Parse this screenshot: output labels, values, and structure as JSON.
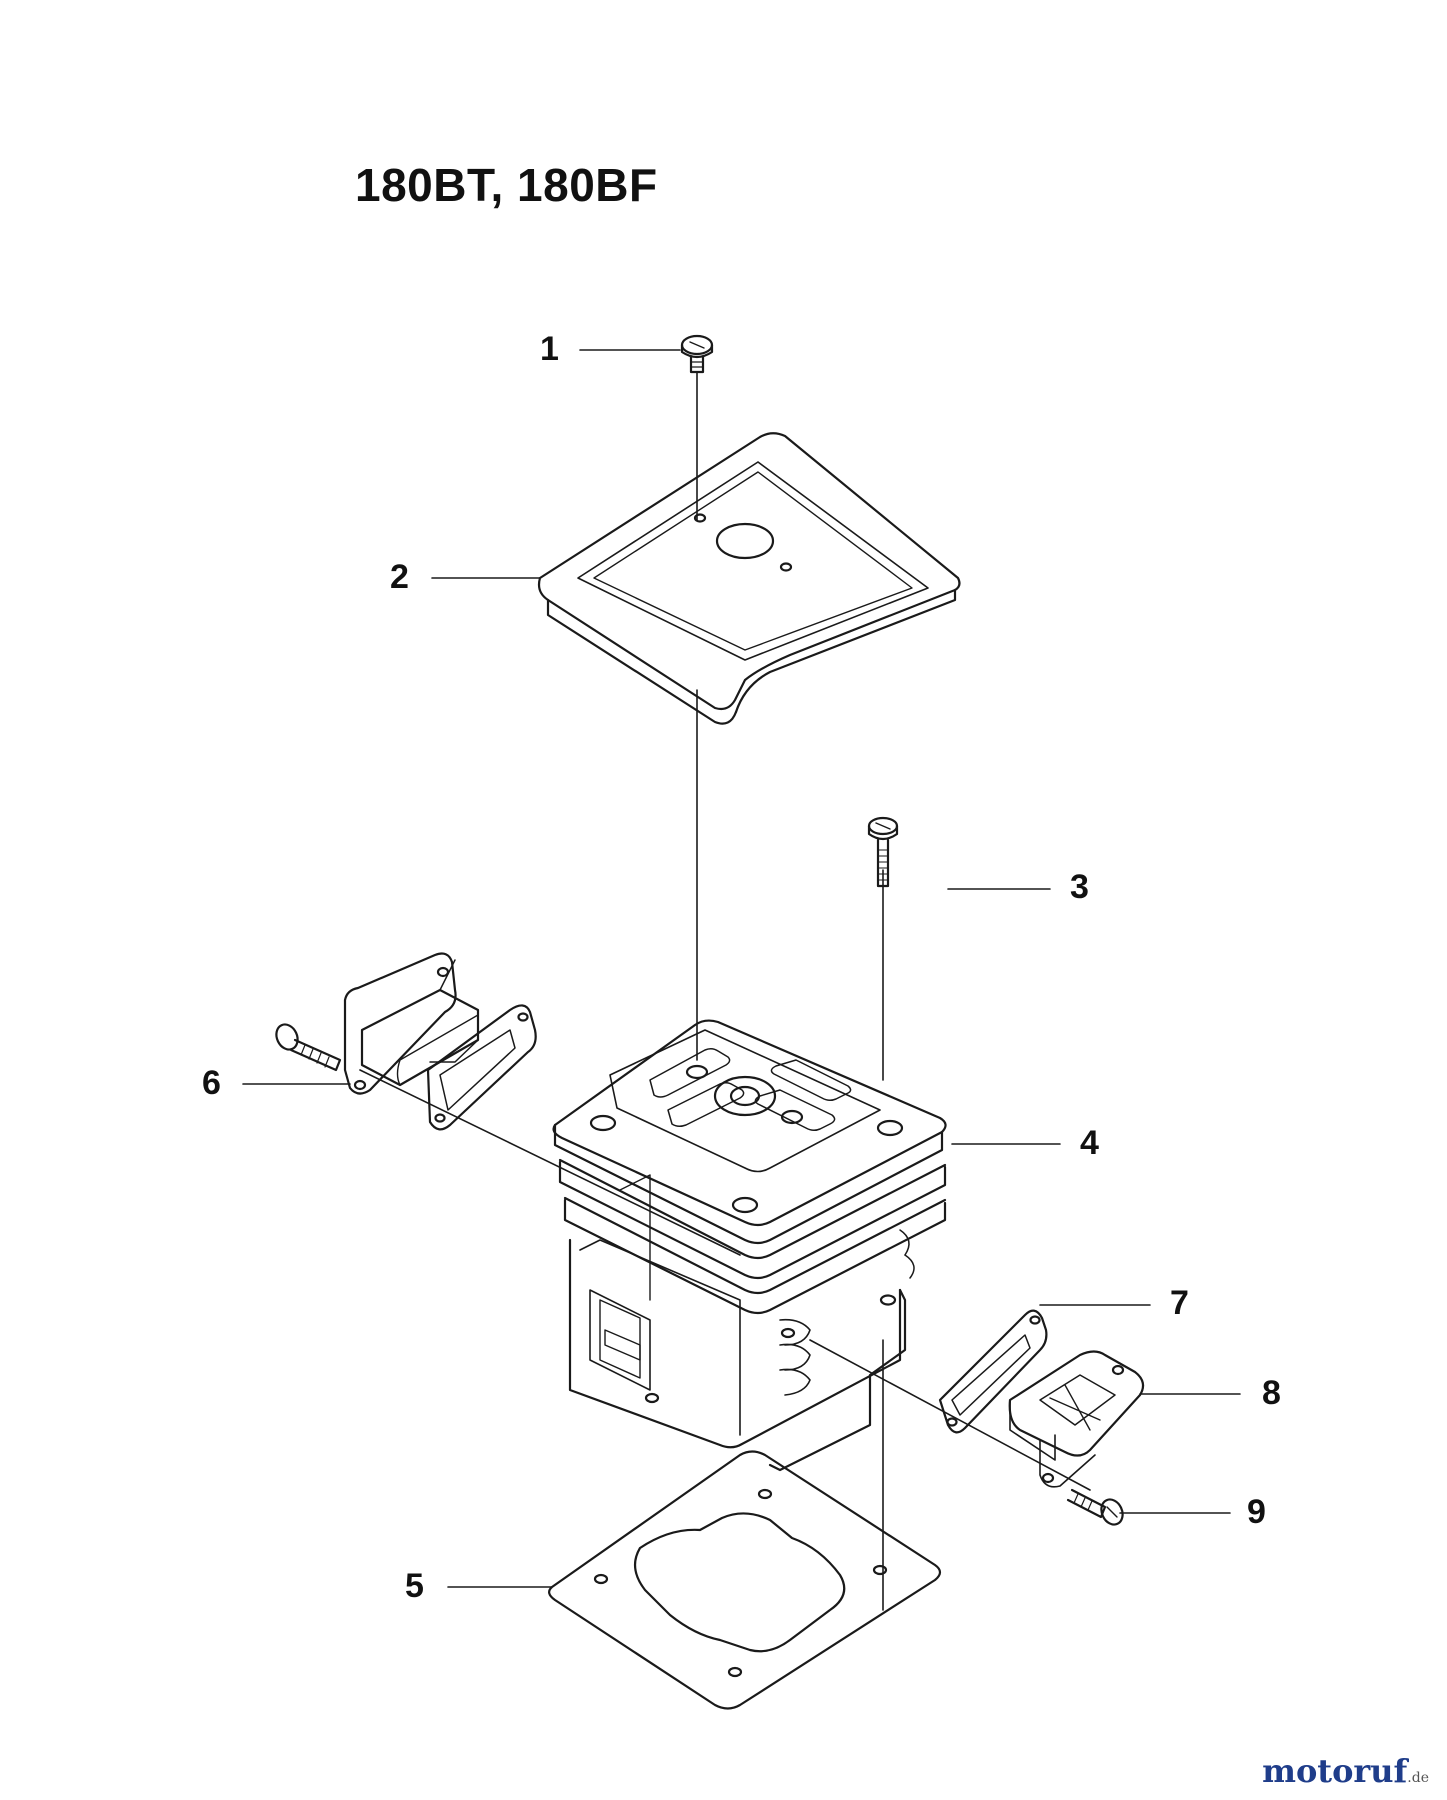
{
  "title": "180BT, 180BF",
  "callouts": [
    {
      "number": "1",
      "part": "screw"
    },
    {
      "number": "2",
      "part": "cylinder-cover-plate"
    },
    {
      "number": "3",
      "part": "long-screw"
    },
    {
      "number": "4",
      "part": "cylinder"
    },
    {
      "number": "5",
      "part": "base-gasket"
    },
    {
      "number": "6",
      "part": "left-intake-flange"
    },
    {
      "number": "7",
      "part": "right-flange-gasket"
    },
    {
      "number": "8",
      "part": "right-intake-flange"
    },
    {
      "number": "9",
      "part": "flange-screw"
    }
  ],
  "brand": {
    "name": "motoruf",
    "tld": ".de"
  },
  "colors": {
    "line": "#1a1a1a",
    "text": "#111111",
    "brand": "#1f3d8a"
  }
}
